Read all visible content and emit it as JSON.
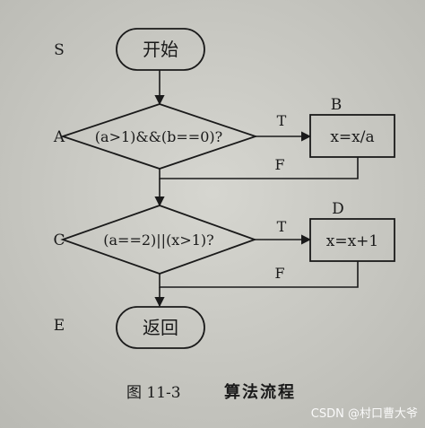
{
  "diagram": {
    "nodes": {
      "start": {
        "text": "开始",
        "shape": "terminal"
      },
      "decision_a": {
        "text": "(a>1)&&(b==0)?",
        "shape": "decision"
      },
      "process_b": {
        "text": "x=x/a",
        "shape": "process"
      },
      "decision_c": {
        "text": "(a==2)||(x>1)?",
        "shape": "decision"
      },
      "process_d": {
        "text": "x=x+1",
        "shape": "process"
      },
      "end": {
        "text": "返回",
        "shape": "terminal"
      }
    },
    "point_labels": {
      "s": "S",
      "a": "A",
      "b": "B",
      "c": "C",
      "d": "D",
      "e": "E"
    },
    "branch_labels": {
      "a_true": "T",
      "a_false": "F",
      "c_true": "T",
      "c_false": "F"
    },
    "caption": {
      "number": "图 11-3",
      "title": "算法流程"
    },
    "watermark": "CSDN @村口曹大爷",
    "colors": {
      "paper": "#cfcfc9",
      "ink": "#1a1a1a"
    }
  }
}
